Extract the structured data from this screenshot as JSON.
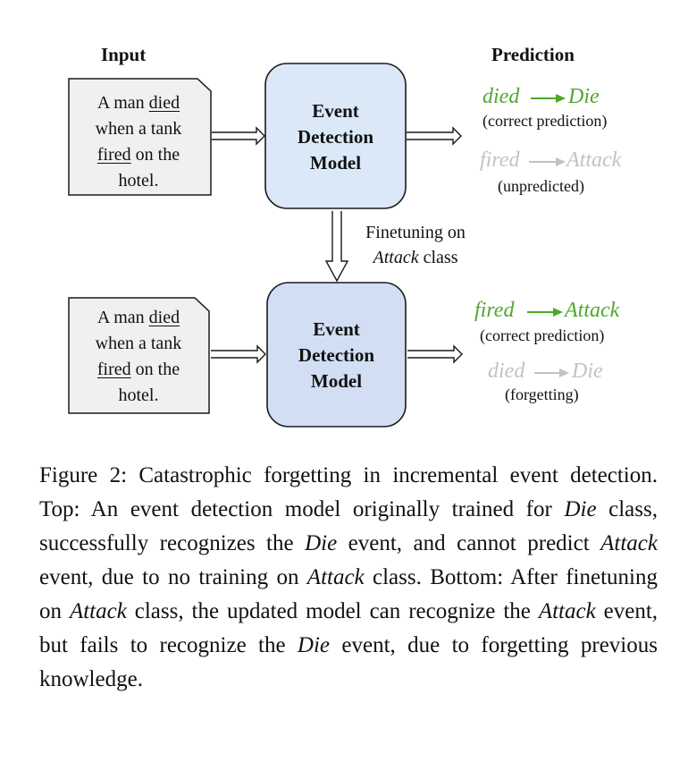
{
  "headers": {
    "input": "Input",
    "prediction": "Prediction"
  },
  "top": {
    "doc": {
      "l1a": "A man ",
      "l1b": "died",
      "l2": "when a tank",
      "l3a": "fired",
      "l3b": " on the",
      "l4": "hotel."
    },
    "model": {
      "l1": "Event",
      "l2": "Detection",
      "l3": "Model"
    },
    "pred1": {
      "src": "died",
      "tgt": "Die",
      "note": "(correct prediction)",
      "color": "#4ea72e"
    },
    "pred2": {
      "src": "fired",
      "tgt": "Attack",
      "note": "(unpredicted)",
      "color": "#c2c2c2"
    }
  },
  "finetune": {
    "l1": "Finetuning on",
    "l2a": "Attack",
    "l2b": " class"
  },
  "bottom": {
    "doc": {
      "l1a": "A man ",
      "l1b": "died",
      "l2": "when a tank",
      "l3a": "fired",
      "l3b": " on the",
      "l4": "hotel."
    },
    "model": {
      "l1": "Event",
      "l2": "Detection",
      "l3": "Model"
    },
    "pred1": {
      "src": "fired",
      "tgt": "Attack",
      "note": "(correct prediction)",
      "color": "#4ea72e"
    },
    "pred2": {
      "src": "died",
      "tgt": "Die",
      "note": "(forgetting)",
      "color": "#c2c2c2"
    }
  },
  "caption": {
    "p1": "Figure 2: Catastrophic forgetting in incremental event detection.  Top: An event detection model originally trained for ",
    "i1": "Die",
    "p2": " class, successfully recognizes the ",
    "i2": "Die",
    "p3": " event, and cannot predict ",
    "i3": "Attack",
    "p4": " event, due to no training on ",
    "i4": "Attack",
    "p5": " class.  Bottom: After finetuning on ",
    "i5": "Attack",
    "p6": " class, the updated model can recognize the ",
    "i6": "Attack",
    "p7": " event, but fails to recognize the ",
    "i7": "Die",
    "p8": " event, due to forgetting previous knowledge."
  }
}
